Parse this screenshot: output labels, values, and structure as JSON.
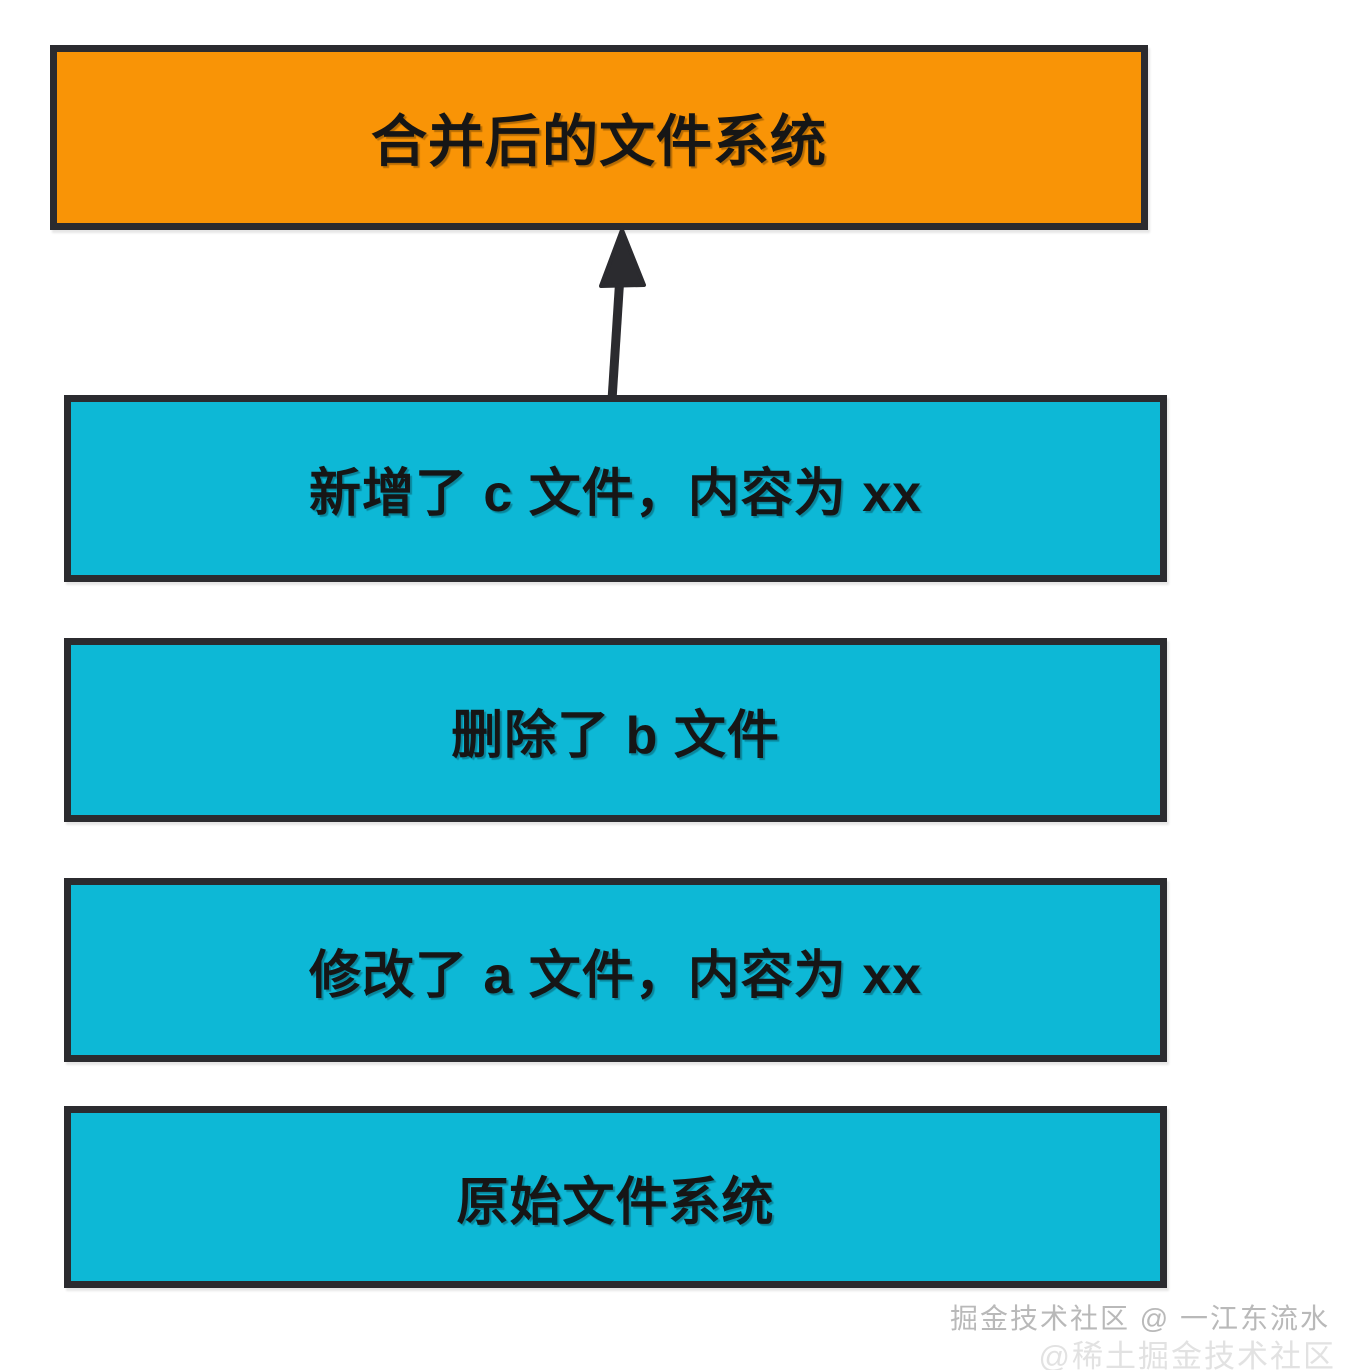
{
  "diagram": {
    "title": "overlay-filesystem-layers",
    "colors": {
      "merged_fill": "#f99406",
      "layer_fill": "#0db8d6",
      "border": "#2b2b2f",
      "text": "#161616",
      "watermark_primary": "#b9b9b9",
      "watermark_secondary": "#e2e2e2",
      "background": "#ffffff"
    },
    "merged": {
      "label": "合并后的文件系统"
    },
    "layers": [
      {
        "id": "added",
        "label": "新增了 c 文件，内容为 xx"
      },
      {
        "id": "deleted",
        "label": "删除了 b 文件"
      },
      {
        "id": "modified",
        "label": "修改了 a 文件，内容为 xx"
      },
      {
        "id": "original",
        "label": "原始文件系统"
      }
    ],
    "arrow": {
      "name": "merge-arrow",
      "direction": "up",
      "from": "新增了 c 文件，内容为 xx",
      "to": "合并后的文件系统"
    }
  },
  "watermarks": {
    "primary": "掘金技术社区 @ 一江东流水",
    "secondary": "@稀土掘金技术社区"
  }
}
